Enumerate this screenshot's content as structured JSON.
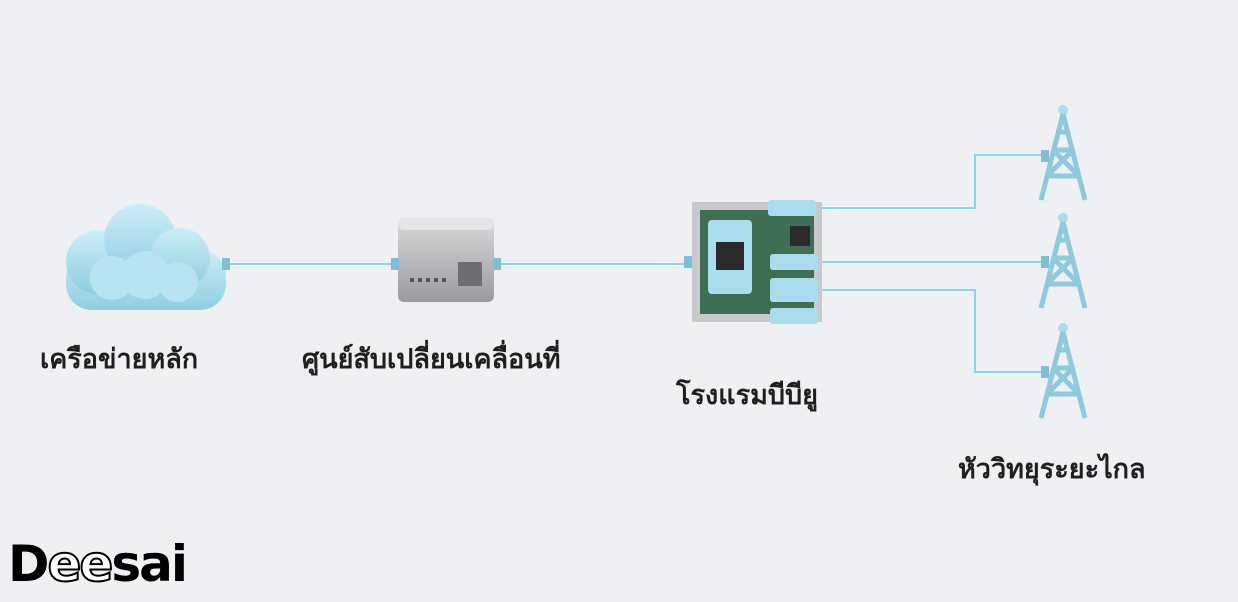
{
  "diagram": {
    "nodes": [
      {
        "id": "core-network",
        "label": "เครือข่ายหลัก"
      },
      {
        "id": "mobile-switching-center",
        "label": "ศูนย์สับเปลี่ยนเคลื่อนที่"
      },
      {
        "id": "bbu-hotel",
        "label": "โรงแรมบีบียู"
      },
      {
        "id": "remote-radio-head",
        "label": "หัววิทยุระยะไกล"
      }
    ],
    "edges": [
      {
        "from": "core-network",
        "to": "mobile-switching-center"
      },
      {
        "from": "mobile-switching-center",
        "to": "bbu-hotel"
      },
      {
        "from": "bbu-hotel",
        "to": "remote-radio-head"
      }
    ]
  },
  "colors": {
    "link": "#8fd3e6",
    "icon": "#a9dcec",
    "background": "#eef0f3"
  },
  "watermark": {
    "prefix": "D",
    "highlight": "ee",
    "suffix": "sai"
  }
}
